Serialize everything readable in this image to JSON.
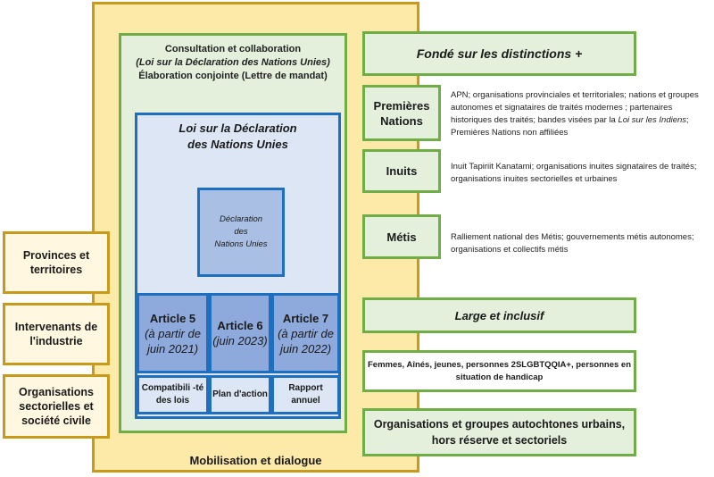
{
  "mobilisation": {
    "label": "Mobilisation et dialogue"
  },
  "consultation": {
    "line1": "Consultation et collaboration",
    "line2": "(Loi sur la Déclaration des Nations Unies)",
    "line3": "Élaboration conjointe (Lettre de mandat)"
  },
  "act": {
    "title_line1": "Loi sur la Déclaration",
    "title_line2": "des Nations Unies"
  },
  "declaration": {
    "line1": "Déclaration",
    "line2": "des",
    "line3": "Nations Unies"
  },
  "articles": [
    {
      "title": "Article 5",
      "sub": "(à partir de juin 2021)",
      "caption": "Compatibili -té des lois"
    },
    {
      "title": "Article 6",
      "sub": "(juin 2023)",
      "caption": "Plan d'action"
    },
    {
      "title": "Article 7",
      "sub": "(à partir de juin 2022)",
      "caption": "Rapport annuel"
    }
  ],
  "left_boxes": [
    {
      "label": "Provinces et territoires"
    },
    {
      "label": "Intervenants de l'industrie"
    },
    {
      "label": "Organisations sectorielles et société civile"
    }
  ],
  "right": {
    "distinctions_header": "Fondé sur les distinctions +",
    "groups": [
      {
        "name": "Premières Nations",
        "desc_a": "APN; organisations provinciales et territoriales; nations et groupes autonomes et signataires de traités modernes ; partenaires historiques des traités; bandes visées par la ",
        "desc_italic": "Loi sur les Indiens",
        "desc_b": "; Premières Nations non affiliées"
      },
      {
        "name": "Inuits",
        "desc": "Inuit Tapiriit Kanatami; organisations inuites signataires de traités; organisations inuites sectorielles et urbaines"
      },
      {
        "name": "Métis",
        "desc": "Ralliement national des Métis; gouvernements métis autonomes; organisations et collectifs métis"
      }
    ],
    "inclusive_header": "Large et inclusif",
    "inclusive_desc": "Femmes, Aînés, jeunes, personnes 2SLGBTQQIA+, personnes en situation de handicap",
    "urban_desc": "Organisations et groupes autochtones urbains, hors réserve et sectoriels"
  }
}
